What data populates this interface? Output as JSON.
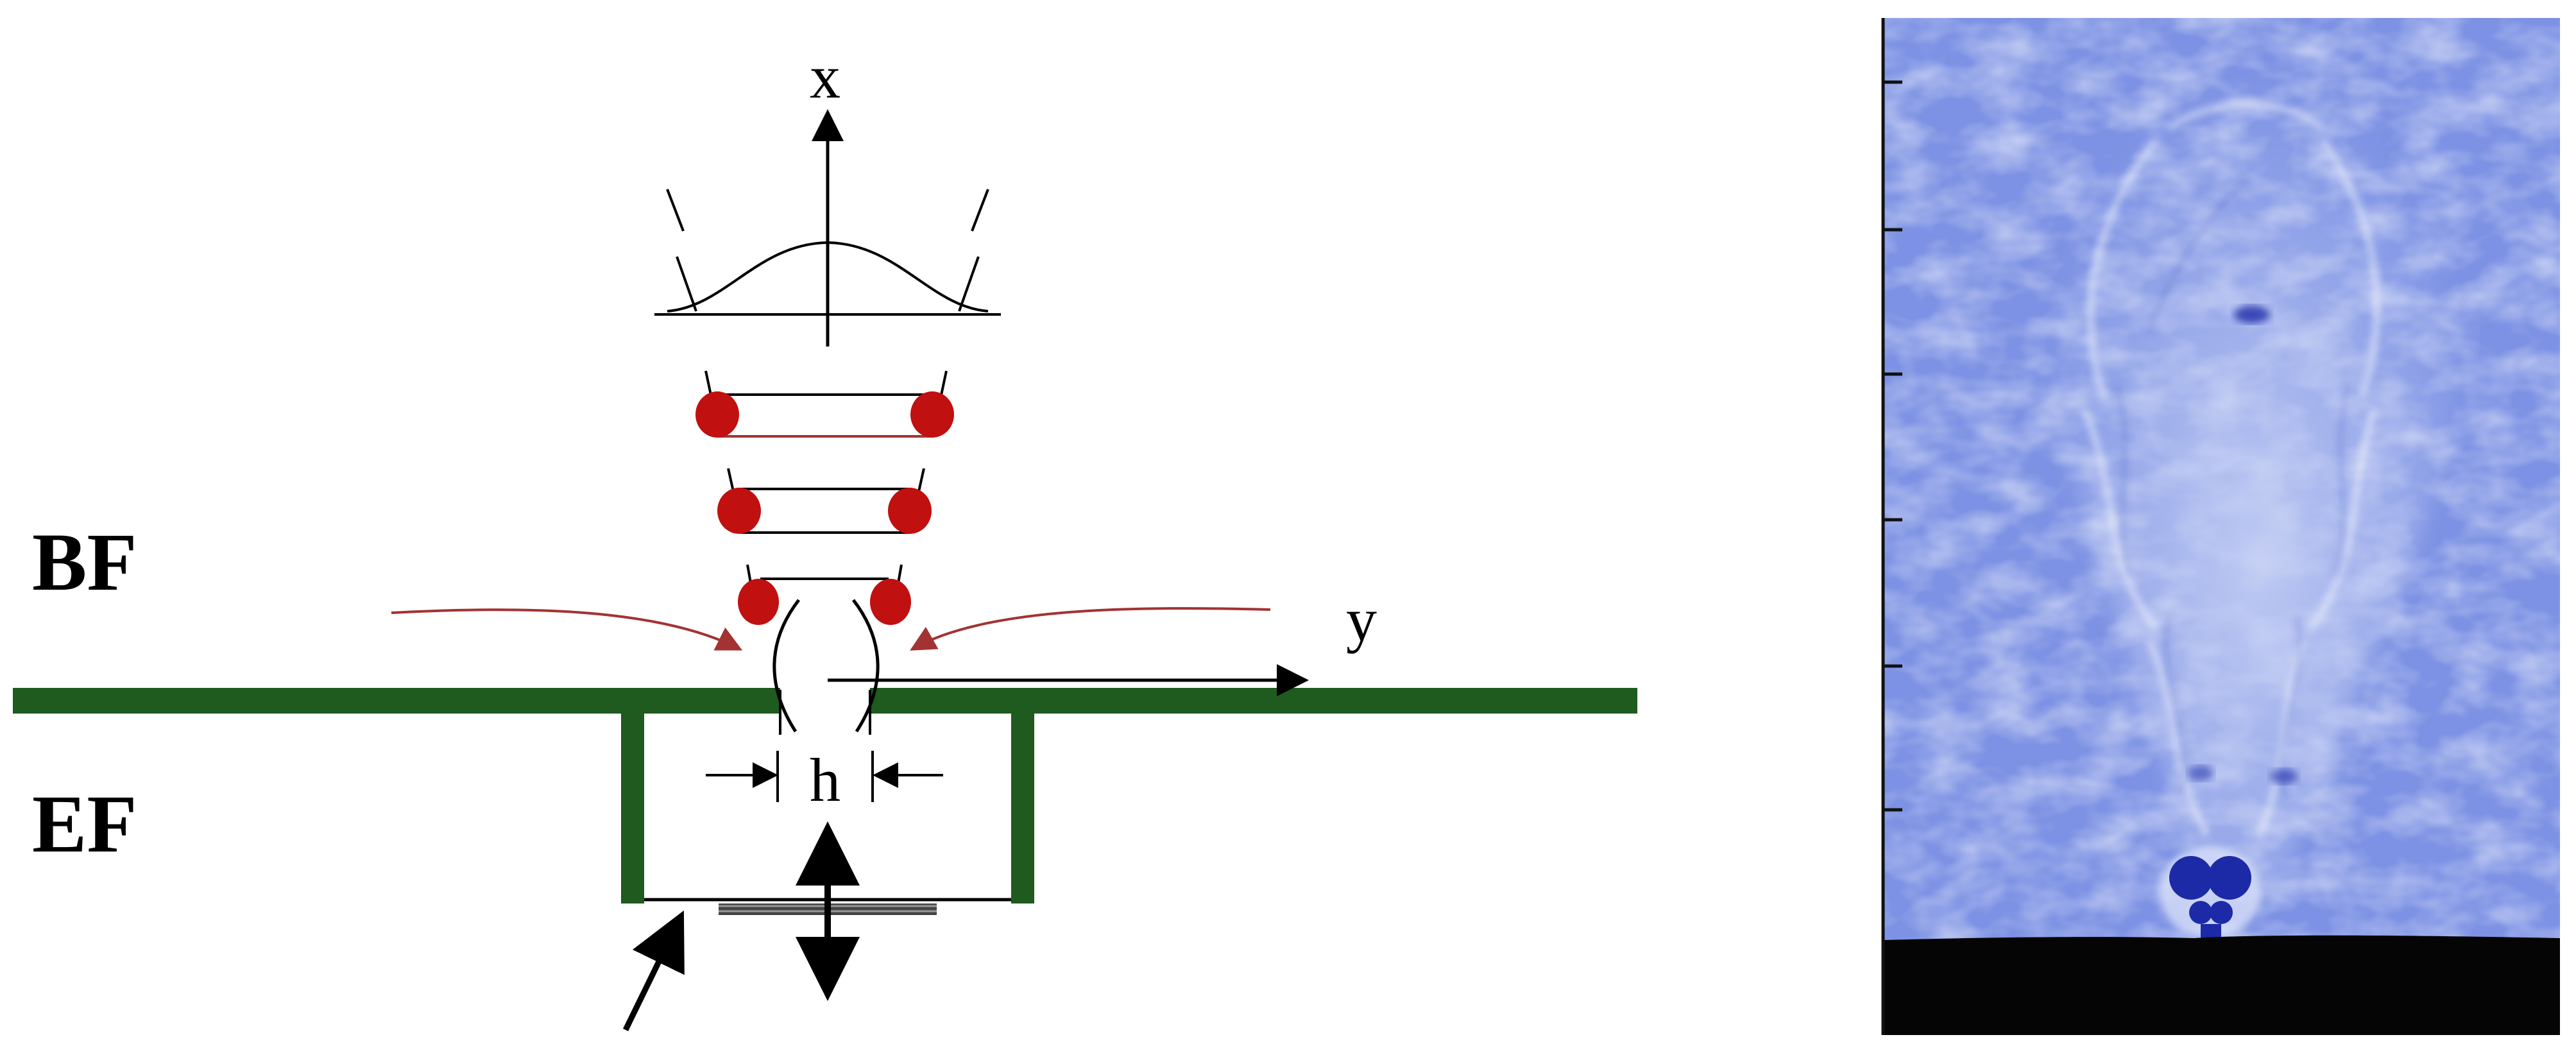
{
  "labels": {
    "region_top": "BF",
    "region_bottom": "EF",
    "axis_vertical": "x",
    "axis_horizontal": "y",
    "slot_width": "h"
  },
  "colors": {
    "wall": "#1f5a1f",
    "vortex": "#c01010",
    "entrainment_arrow": "#a33333",
    "ink": "#000000",
    "flow_field_bg": "#7f93e6",
    "flow_field_floor": "#050505",
    "vortex_core": "#1c2aa8"
  }
}
